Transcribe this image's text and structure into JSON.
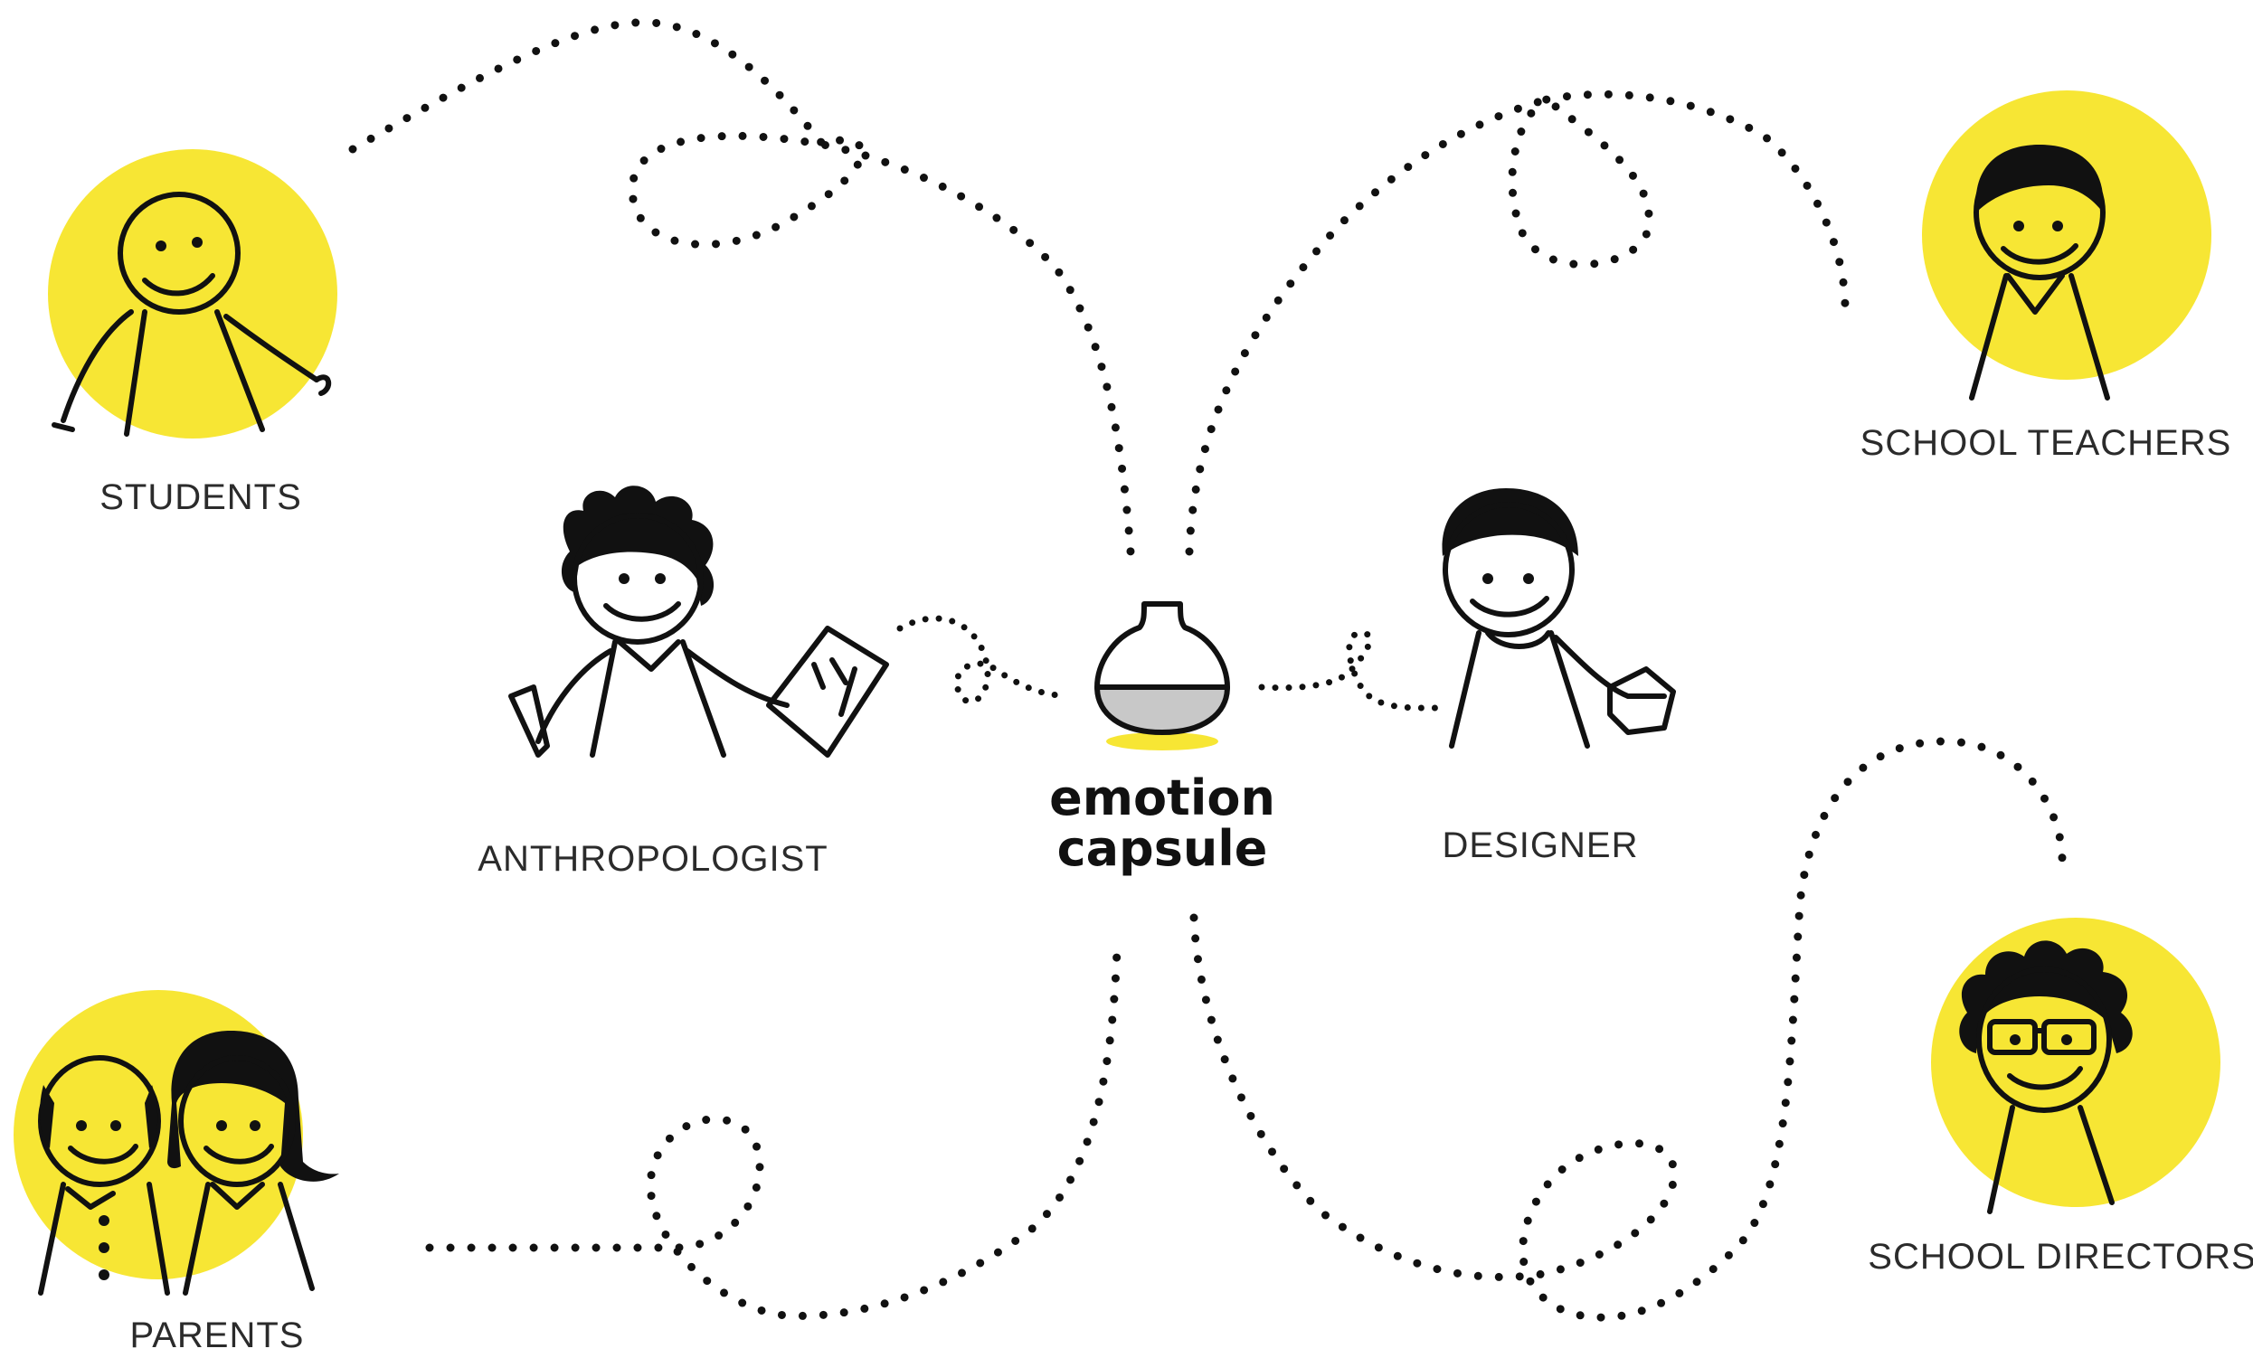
{
  "center": {
    "line1": "emotion",
    "line2": "capsule"
  },
  "actors": {
    "students": "STUDENTS",
    "school_teachers": "SCHOOL TEACHERS",
    "anthropologist": "ANTHROPOLOGIST",
    "designer": "DESIGNER",
    "parents": "PARENTS",
    "school_directors": "SCHOOL DIRECTORS"
  },
  "colors": {
    "accent": "#f7e634",
    "ink": "#111111",
    "capsule_fill": "#c8c8c8"
  }
}
